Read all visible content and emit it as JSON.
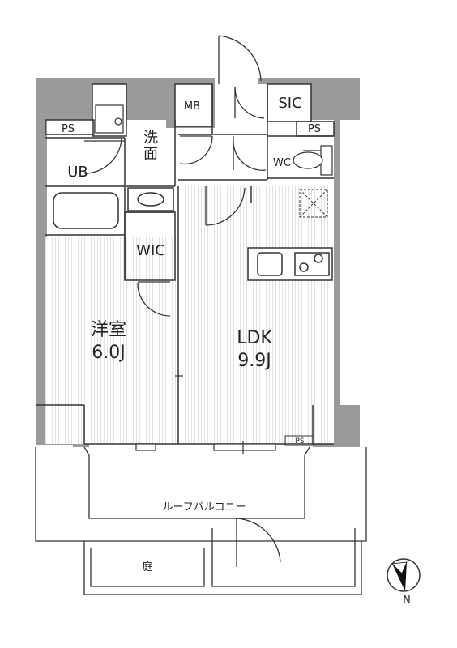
{
  "rooms": {
    "mb": "MB",
    "sic": "SIC",
    "ps_left": "PS",
    "ps_right": "PS",
    "ps_small": "PS",
    "washroom": "洗\n面",
    "washroom_top": "洗",
    "washroom_bottom": "面",
    "ub": "UB",
    "wc": "WC",
    "wic": "WIC",
    "western_room_name": "洋室",
    "western_room_size": "6.0J",
    "ldk_name": "LDK",
    "ldk_size": "9.9J",
    "roof_balcony": "ルーフバルコニー",
    "garden": "庭"
  },
  "compass": {
    "label": "N",
    "icon": "north-arrow-icon"
  },
  "colors": {
    "wall": "#9a9a9a",
    "line": "#333333",
    "floor_stripe": "#e4e4e4"
  }
}
